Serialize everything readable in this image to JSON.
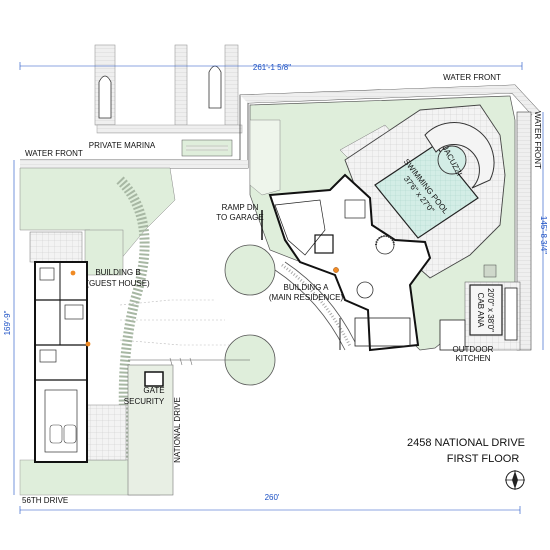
{
  "plan": {
    "address": "2458 NATIONAL DRIVE",
    "floor": "FIRST FLOOR"
  },
  "labels": {
    "water_front_top": "WATER FRONT",
    "water_front_left": "WATER FRONT",
    "water_front_right": "WATER FRONT",
    "private_marina": "PRIVATE MARINA",
    "ramp_line1": "RAMP DN",
    "ramp_line2": "TO GARAGE",
    "building_b_line1": "BUILDING B",
    "building_b_line2": "(GUEST HOUSE)",
    "building_a_line1": "BUILDING A",
    "building_a_line2": "(MAIN RESIDENCE)",
    "gate_line1": "GATE",
    "gate_line2": "SECURITY",
    "national_drive": "NATIONAL DRIVE",
    "street_56th": "56TH DRIVE",
    "pool_line1": "SWIMMING POOL",
    "pool_line2": "37'6\" x 27'0\"",
    "jacuzzi": "JACUZZI",
    "cabana_line1": "CAB ANA",
    "cabana_line2": "20'0\" x 38'0\"",
    "outdoor_line1": "OUTDOOR",
    "outdoor_line2": "KITCHEN"
  },
  "dimensions": {
    "top": "261'-1 5/8\"",
    "bottom": "260'",
    "left": "169'-9\"",
    "right": "145'-8 3/4\""
  },
  "colors": {
    "lawn": "#dfeedb",
    "paving": "#f1f1f1",
    "wall": "#111111",
    "dimension": "#1a4fc4",
    "pool": "#cdebe4",
    "accent": "#f08a24"
  },
  "icons": {
    "north_arrow": "compass-icon",
    "boats": "boat-icon"
  }
}
